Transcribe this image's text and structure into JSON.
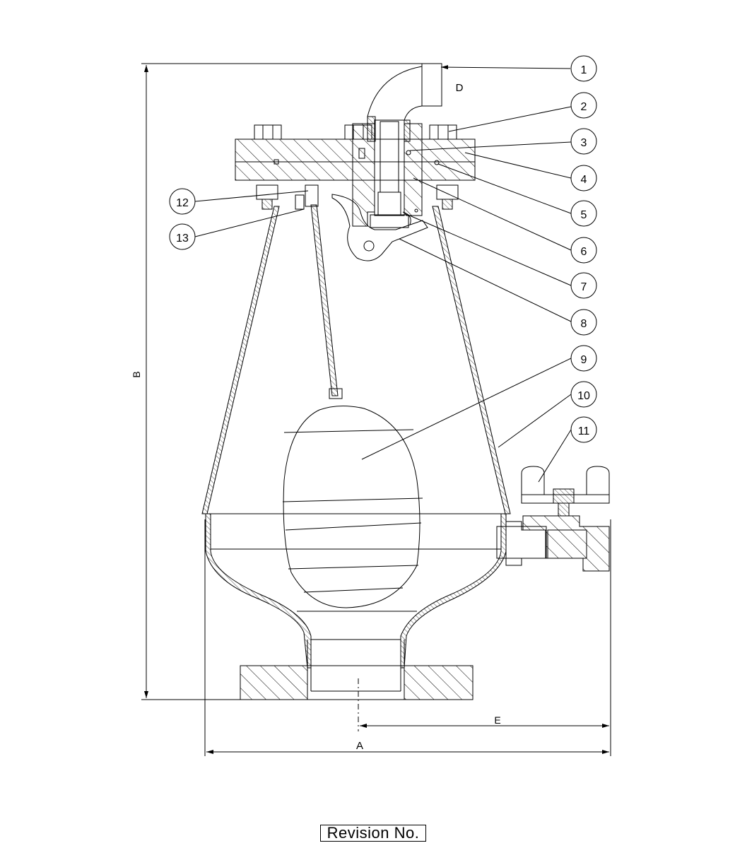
{
  "dimensions": {
    "A": "A",
    "B": "B",
    "D": "D",
    "E": "E"
  },
  "balloons": [
    "1",
    "2",
    "3",
    "4",
    "5",
    "6",
    "7",
    "8",
    "9",
    "10",
    "11",
    "12",
    "13"
  ],
  "revision_label": "Revision No."
}
